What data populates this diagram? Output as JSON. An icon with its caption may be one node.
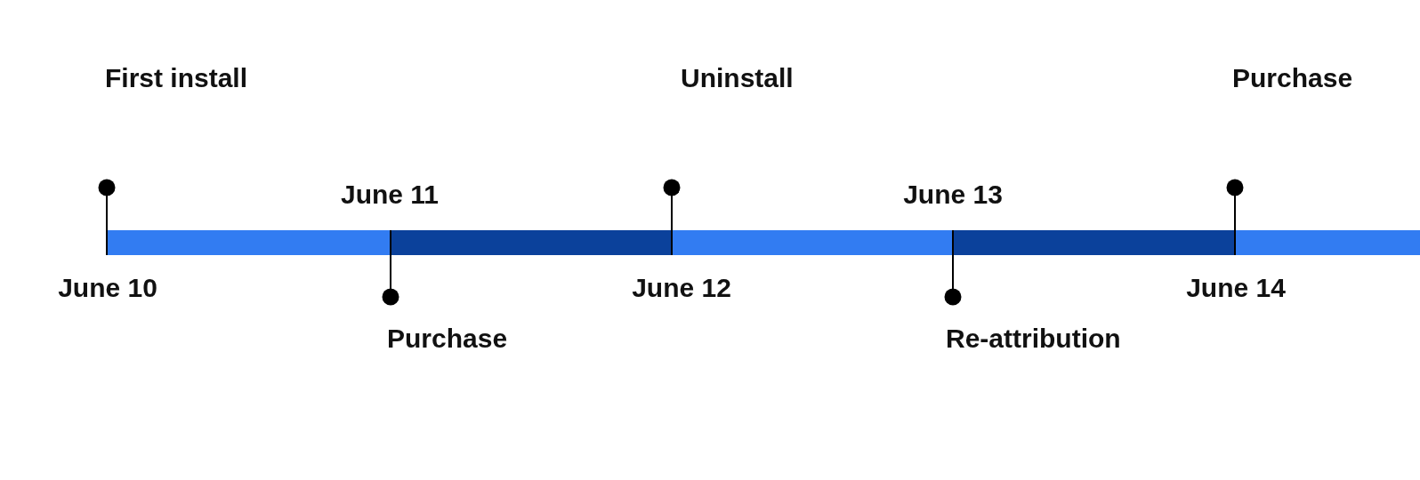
{
  "diagram": {
    "labels": [
      "First install",
      "Uninstall",
      "Purchase",
      "June 11",
      "June 13",
      "June 10",
      "June 12",
      "June 14",
      "Purchase",
      "Re-attribution"
    ]
  }
}
